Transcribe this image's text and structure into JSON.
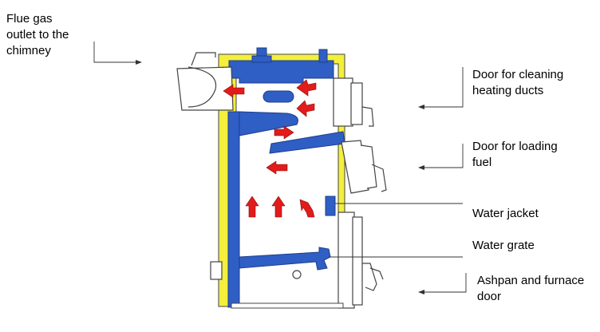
{
  "labels": {
    "flue": "Flue gas\noutlet to the\nchimney",
    "cleaning": "Door for cleaning\nheating ducts",
    "loading": "Door for loading\nfuel",
    "jacket": "Water jacket",
    "grate": "Water grate",
    "ashpan": "Ashpan and furnace\ndoor"
  },
  "colors": {
    "water": "#2f5ec4",
    "casing": "#f4ef3a",
    "arrow": "#e21b1b",
    "outline": "#444444",
    "leader": "#333333"
  }
}
